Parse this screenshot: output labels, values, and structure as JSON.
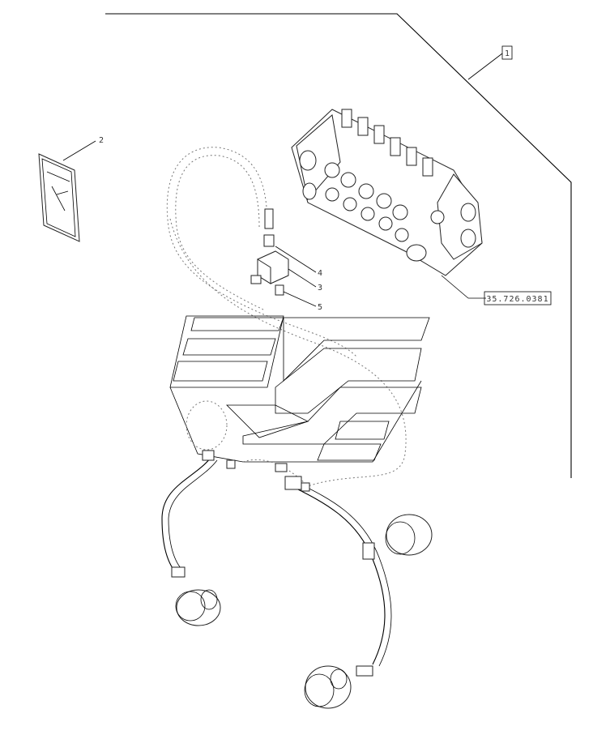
{
  "callouts": {
    "item_1": "1",
    "item_2": "2",
    "item_3": "3",
    "item_4": "4",
    "item_5": "5"
  },
  "reference": {
    "code": "35.726.0381"
  }
}
